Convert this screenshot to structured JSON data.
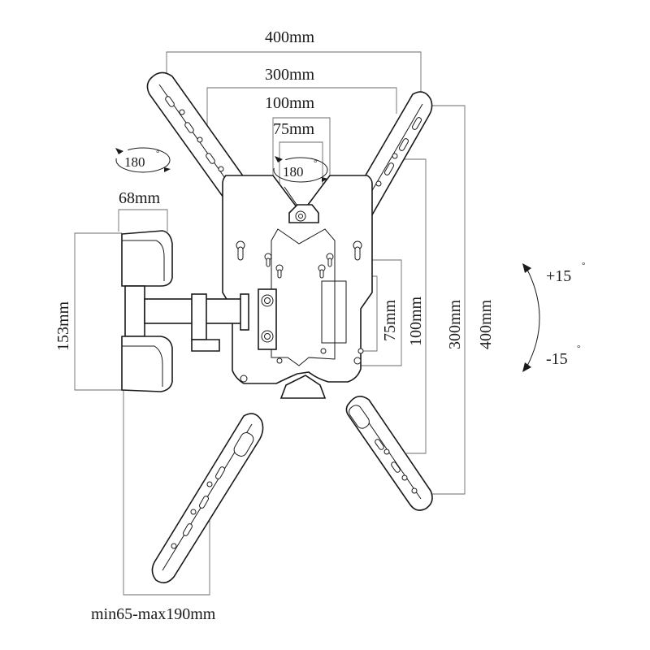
{
  "dimensions": {
    "vesa_400_width": "400mm",
    "vesa_300_width": "300mm",
    "vesa_100_width": "100mm",
    "vesa_75_width": "75mm",
    "depth_68": "68mm",
    "height_153": "153mm",
    "vesa_75_height": "75mm",
    "vesa_100_height": "100mm",
    "vesa_300_height": "300mm",
    "vesa_400_height": "400mm",
    "extension_range": "min65-max190mm"
  },
  "rotations": {
    "swivel_arm": "180",
    "swivel_head": "180",
    "degree_symbol": "°"
  },
  "tilt": {
    "up": "+15",
    "down": "-15",
    "degree_symbol": "°"
  }
}
